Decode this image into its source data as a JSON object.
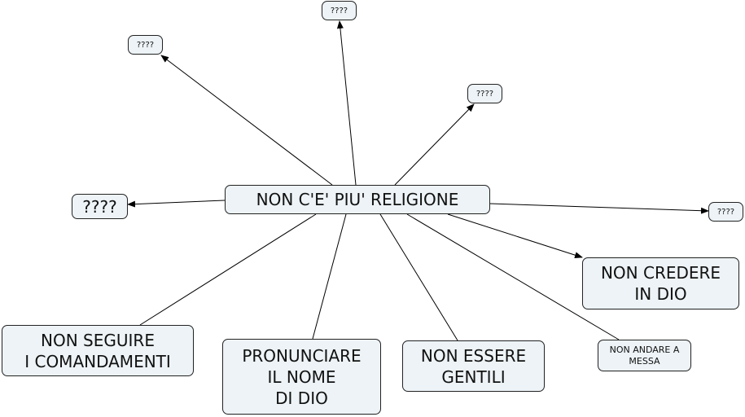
{
  "map": {
    "central": "NON C'E' PIU' RELIGIONE",
    "nodes": {
      "q_top_left": "????",
      "q_top": "????",
      "q_top_right": "????",
      "q_right": "????",
      "q_left": "????",
      "credere": "NON CREDERE\nIN DIO",
      "seguire": "NON SEGUIRE\nI COMANDAMENTI",
      "pronunciare": "PRONUNCIARE\nIL NOME\nDI DIO",
      "gentili": "NON ESSERE\nGENTILI",
      "messa": "NON ANDARE A\nMESSA"
    }
  }
}
